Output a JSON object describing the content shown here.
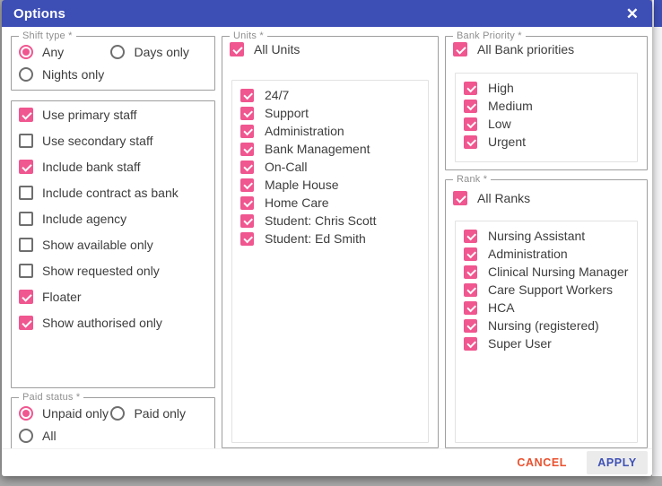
{
  "dialog": {
    "title": "Options",
    "close_glyph": "✕"
  },
  "colors": {
    "header_bg": "#3d4eb5",
    "accent_pink": "#f0568f",
    "cancel_text": "#e9512e",
    "apply_text": "#3f51b5"
  },
  "shift_type": {
    "legend": "Shift type *",
    "options": [
      {
        "label": "Any",
        "selected": true
      },
      {
        "label": "Days only",
        "selected": false
      },
      {
        "label": "Nights only",
        "selected": false
      }
    ]
  },
  "staff_flags": {
    "items": [
      {
        "label": "Use primary staff",
        "checked": true
      },
      {
        "label": "Use secondary staff",
        "checked": false
      },
      {
        "label": "Include bank staff",
        "checked": true
      },
      {
        "label": "Include contract as bank",
        "checked": false
      },
      {
        "label": "Include agency",
        "checked": false
      },
      {
        "label": "Show available only",
        "checked": false
      },
      {
        "label": "Show requested only",
        "checked": false
      },
      {
        "label": "Floater",
        "checked": true
      },
      {
        "label": "Show authorised only",
        "checked": true
      }
    ]
  },
  "paid_status": {
    "legend": "Paid status *",
    "options": [
      {
        "label": "Unpaid only",
        "selected": true
      },
      {
        "label": "Paid only",
        "selected": false
      },
      {
        "label": "All",
        "selected": false
      }
    ]
  },
  "units": {
    "legend": "Units *",
    "all_label": "All Units",
    "all_checked": true,
    "items": [
      {
        "label": "24/7",
        "checked": true
      },
      {
        "label": "Support",
        "checked": true
      },
      {
        "label": "Administration",
        "checked": true
      },
      {
        "label": "Bank Management",
        "checked": true
      },
      {
        "label": "On-Call",
        "checked": true
      },
      {
        "label": "Maple House",
        "checked": true
      },
      {
        "label": "Home Care",
        "checked": true
      },
      {
        "label": "Student: Chris Scott",
        "checked": true
      },
      {
        "label": "Student: Ed Smith",
        "checked": true
      }
    ]
  },
  "bank_priority": {
    "legend": "Bank Priority *",
    "all_label": "All Bank priorities",
    "all_checked": true,
    "items": [
      {
        "label": "High",
        "checked": true
      },
      {
        "label": "Medium",
        "checked": true
      },
      {
        "label": "Low",
        "checked": true
      },
      {
        "label": "Urgent",
        "checked": true
      }
    ]
  },
  "rank": {
    "legend": "Rank *",
    "all_label": "All Ranks",
    "all_checked": true,
    "items": [
      {
        "label": "Nursing Assistant",
        "checked": true
      },
      {
        "label": "Administration",
        "checked": true
      },
      {
        "label": "Clinical Nursing Manager",
        "checked": true
      },
      {
        "label": "Care Support Workers",
        "checked": true
      },
      {
        "label": "HCA",
        "checked": true
      },
      {
        "label": "Nursing (registered)",
        "checked": true
      },
      {
        "label": "Super User",
        "checked": true
      }
    ]
  },
  "footer": {
    "cancel_label": "CANCEL",
    "apply_label": "APPLY"
  }
}
